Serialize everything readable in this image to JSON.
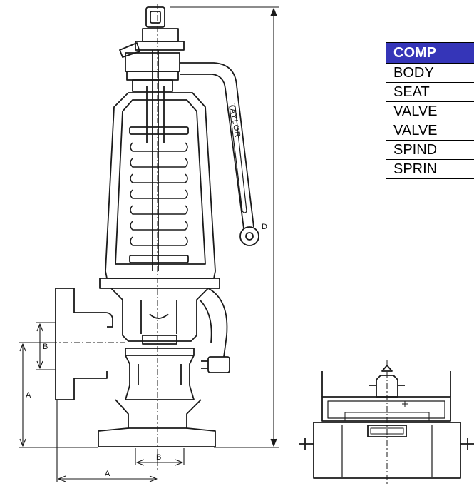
{
  "components_table": {
    "header": "COMP",
    "rows": [
      "BODY",
      "SEAT",
      "VALVE",
      "VALVE",
      "SPIND",
      "SPRIN"
    ],
    "header_color": "#3535b8"
  },
  "drawing": {
    "lever_text": "TAYLOR",
    "dimension_labels": {
      "a_vertical": "A",
      "b_vertical": "B",
      "b_horizontal": "B",
      "a_horizontal": "A",
      "d_overall": "D"
    }
  }
}
